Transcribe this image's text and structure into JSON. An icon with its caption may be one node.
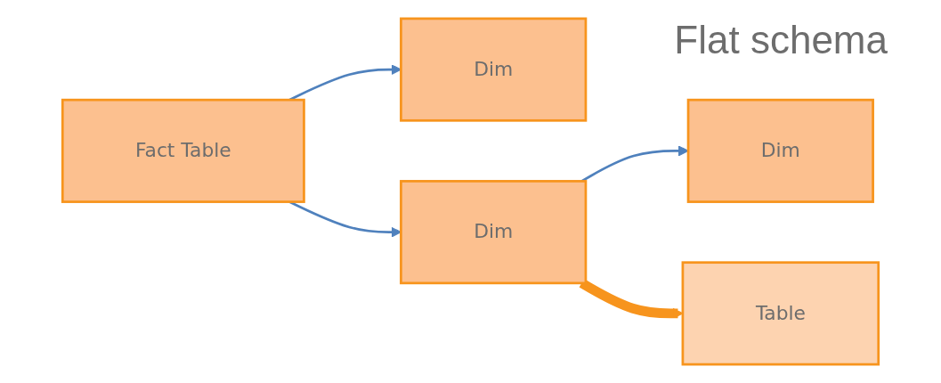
{
  "diagram": {
    "title": "Flat schema",
    "nodes": [
      {
        "text": [
          "Fact Table"
        ]
      },
      {
        "text": [
          "Dim"
        ]
      },
      {
        "text": [
          "Dim"
        ]
      },
      {
        "text": [
          "Dim"
        ]
      },
      {
        "text": [
          "Table"
        ]
      }
    ],
    "edges": [
      {
        "from": 0,
        "to": 1,
        "arrow": "to"
      },
      {
        "from": 0,
        "to": 2,
        "arrow": "to"
      },
      {
        "from": 2,
        "to": 3,
        "arrow": "to"
      },
      {
        "from": 2,
        "to": 4,
        "arrow": "to",
        "style": "thick",
        "color": "#f7941d"
      }
    ]
  }
}
